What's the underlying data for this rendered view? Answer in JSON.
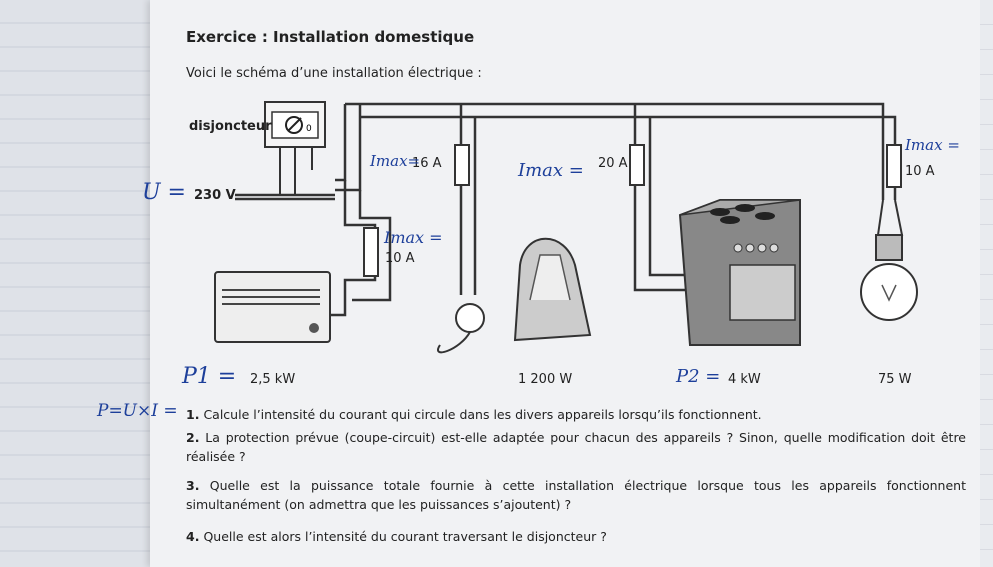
{
  "title": "Exercice : Installation domestique",
  "intro": "Voici le schéma d’une installation électrique :",
  "diagram": {
    "breaker_label": "disjoncteur",
    "voltage_label": "230 V",
    "fuse_heater": "10 A",
    "fuse_iron": "16 A",
    "fuse_oven": "20 A",
    "fuse_lamp": "10 A",
    "power_heater": "2,5 kW",
    "power_iron": "1 200 W",
    "power_oven": "4 kW",
    "power_lamp": "75 W"
  },
  "handwriting": {
    "u_equals": "U =",
    "p1": "P1 =",
    "p2": "P2 =",
    "formula": "P=U×I =",
    "imax_heater": "Imax =",
    "imax_iron": "Imax=",
    "imax_oven": "Imax =",
    "imax_lamp": "Imax ="
  },
  "questions": [
    {
      "num": "1.",
      "text": "Calcule l’intensité du courant qui circule dans les divers appareils lorsqu’ils fonctionnent."
    },
    {
      "num": "2.",
      "text": "La protection prévue (coupe-circuit) est-elle adaptée pour chacun des appareils ? Sinon, quelle modification doit être réalisée ?"
    },
    {
      "num": "3.",
      "text": "Quelle est la puissance totale fournie à cette installation électrique lorsque tous les appareils fonctionnent simultanément (on admettra que les puissances s’ajoutent) ?"
    },
    {
      "num": "4.",
      "text": "Quelle est alors l’intensité du courant traversant le disjoncteur ?"
    }
  ],
  "colors": {
    "ink": "#222222",
    "handwriting": "#1d3f9a",
    "paper": "#f1f2f4"
  }
}
